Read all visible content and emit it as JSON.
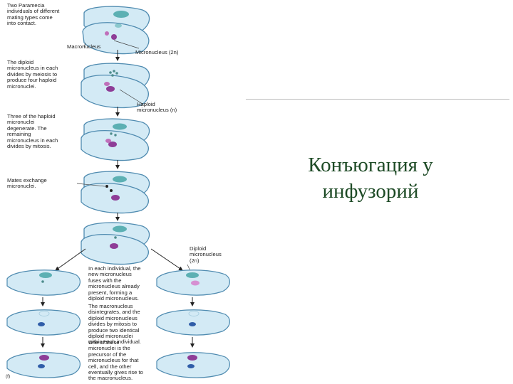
{
  "labels": {
    "step1": "Two Paramecia\nindividuals of different\nmating types come\ninto contact.",
    "macronucleus": "Macronucleus",
    "micronucleus_2n": "Micronucleus (2n)",
    "step2": "The diploid\nmicronucleus in each\ndivides by meiosis to\nproduce four haploid\nmicronuclei.",
    "haploid": "Haploid\nmicronucleus (n)",
    "step3": "Three of the haploid\nmicronuclei\ndegenerate. The\nremaining\nmicronucleus in each\ndivides by mitosis.",
    "step4": "Mates exchange\nmicronuclei.",
    "diploid": "Diploid\nmicronucleus\n(2n)",
    "step5": "In each individual, the\nnew micronucleus\nfuses with the\nmicronucleus already\npresent, forming a\ndiploid micronucleus.",
    "step6": "The macronucleus\ndisintegrates, and the\ndiploid micronucleus\ndivides by mitosis to\nproduce two identical\ndiploid micronuclei\nwithin each individual.",
    "step7": "One of these\nmicronuclei is the\nprecursor of the\nmicronucleus for that\ncell, and the other\neventually gives rise to\nthe macronucleus.",
    "panel_letter": "(f)"
  },
  "slide": {
    "title": "Конъюгация у\nинфузорий"
  },
  "colors": {
    "cell_fill": "#d3eaf5",
    "cell_stroke": "#4f8bb0",
    "macronucleus": "#5cb0b3",
    "micronucleus": "#8e3d97",
    "micronucleus_light": "#d690d2",
    "title": "#1d4a25"
  }
}
